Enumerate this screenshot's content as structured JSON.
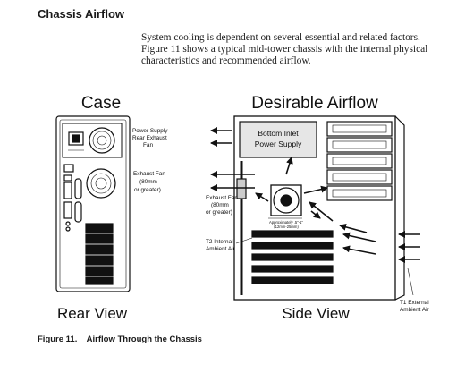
{
  "section_title": "Chassis Airflow",
  "intro_text": "System cooling is dependent on several essential and related factors. Figure 11 shows a typical mid-tower chassis with the internal physical characteristics and recommended airflow.",
  "figure": {
    "case_title": "Case",
    "rear_view_label": "Rear View",
    "airflow_title": "Desirable Airflow",
    "side_view_label": "Side View",
    "psu_fan_label": [
      "Power Supply",
      "Rear Exhaust",
      "Fan"
    ],
    "exhaust_fan_label": [
      "Exhaust Fan",
      "(80mm",
      "or greater)"
    ],
    "bottom_inlet_label": [
      "Bottom Inlet",
      "Power Supply"
    ],
    "side_exhaust_label": [
      "Exhaust Fan",
      "(80mm",
      "or greater)"
    ],
    "clearance_label": [
      "Approximately .5\"-1\"",
      "(12mm-25mm)"
    ],
    "t2_label": [
      "T2 Internal",
      "Ambient Air"
    ],
    "t1_label": [
      "T1 External",
      "Ambient Air"
    ]
  },
  "caption": {
    "number": "Figure 11.",
    "text": "Airflow Through the Chassis"
  }
}
